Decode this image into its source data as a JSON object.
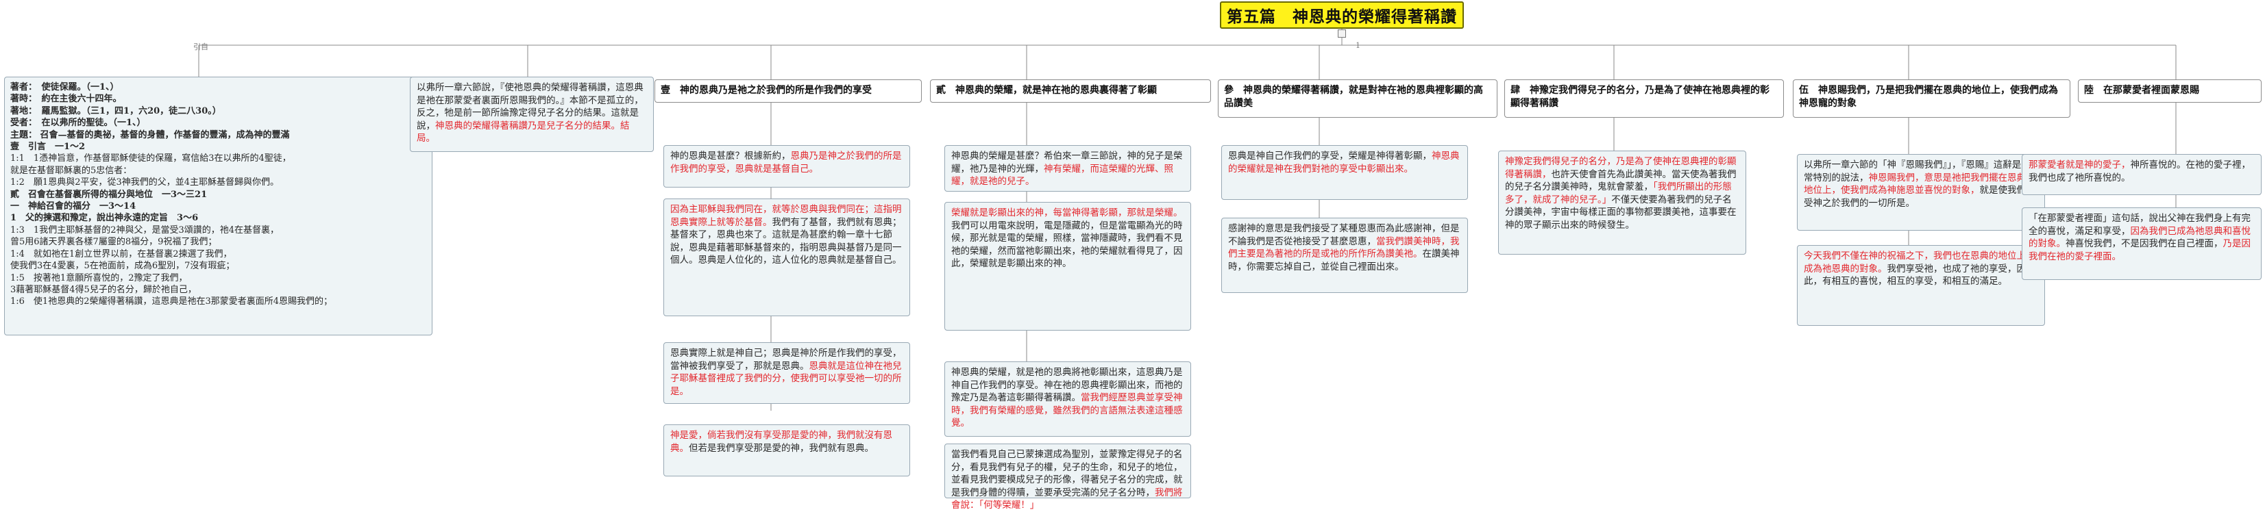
{
  "root": {
    "title": "第五篇　神恩典的榮耀得著稱讚"
  },
  "branch_labels": {
    "left": "引自",
    "right": "1"
  },
  "outline": {
    "lines": [
      {
        "t": "著者：　使徒保羅。（一1、）",
        "b": true
      },
      {
        "t": "著時：　約在主後六十四年。",
        "b": true
      },
      {
        "t": "著地：　羅馬監獄。（三1，四1，六20，徒二八30。）",
        "b": true
      },
      {
        "t": "受者：　在以弗所的聖徒。（一1、）",
        "b": true
      },
      {
        "t": "主題：  召會—基督的奧祕，基督的身體，作基督的豐滿，成為神的豐滿",
        "b": true
      },
      {
        "t": "壹　引言　一1～2",
        "b": true
      },
      {
        "t": "1:1　1憑神旨意，作基督耶穌使徒的保羅，寫信給3在以弗所的4聖徒，",
        "b": false
      },
      {
        "t": "就是在基督耶穌裏的5忠信者：",
        "b": false
      },
      {
        "t": "1:2　願1恩典與2平安，從3神我們的父，並4主耶穌基督歸與你們。",
        "b": false
      },
      {
        "t": "貳　召會在基督裏所得的福分與地位　一3～三21",
        "b": true
      },
      {
        "t": "一　神給召會的福分　一3～14",
        "b": true
      },
      {
        "t": "1　父的揀選和豫定，說出神永遠的定旨　3～6",
        "b": true
      },
      {
        "t": "1:3　1我們主耶穌基督的2神與父，是當受3頌讚的，祂4在基督裏，",
        "b": false
      },
      {
        "t": "曾5用6諸天界裏各樣7屬靈的8福分，9祝福了我們；",
        "b": false
      },
      {
        "t": "1:4　就如祂在1創立世界以前，在基督裏2揀選了我們，",
        "b": false
      },
      {
        "t": "使我們3在4愛裏，5在祂面前，成為6聖別，7沒有瑕疵；",
        "b": false
      },
      {
        "t": "1:5　按著祂1意願所喜悅的，2豫定了我們，",
        "b": false
      },
      {
        "t": "3藉著耶穌基督4得5兒子的名分，歸於祂自己，",
        "b": false
      },
      {
        "t": "1:6　使1祂恩典的2榮耀得著稱讚，這恩典是祂在3那蒙愛者裏面所4恩賜我們的；",
        "b": false
      }
    ]
  },
  "intro": {
    "segments": [
      {
        "t": "以弗所一章六節說，『使祂恩典的榮耀得著稱讚，這恩典是祂在那蒙愛者裏面所恩賜我們的。』本節不是孤立的，反之，牠是前一節所論豫定得兒子名分的結果。這就是說，",
        "r": false
      },
      {
        "t": "神恩典的榮耀得著稱讚乃是兒子名分的結果。結局。",
        "r": true
      }
    ]
  },
  "topics": [
    {
      "id": "t1",
      "label": "壹　神的恩典乃是祂之於我們的所是作我們的享受"
    },
    {
      "id": "t2",
      "label": "貳　神恩典的榮耀，就是神在祂的恩典裏得著了彰顯"
    },
    {
      "id": "t3",
      "label": "參　神恩典的榮耀得著稱讚，就是對神在祂的恩典裡彰顯的高品讚美"
    },
    {
      "id": "t4",
      "label": "肆　神豫定我們得兒子的名分，乃是為了使神在祂恩典裡的彰顯得著稱讚"
    },
    {
      "id": "t5",
      "label": "伍　神恩賜我們，乃是把我們擺在恩典的地位上，使我們成為神恩寵的對象"
    },
    {
      "id": "t6",
      "label": "陸　在那蒙愛者裡面蒙恩賜"
    }
  ],
  "notes": {
    "n1a": [
      {
        "t": "神的恩典是甚麼？根據新約，",
        "r": false
      },
      {
        "t": "恩典乃是神之於我們的所是作我們的享受，恩典就是基督自己。",
        "r": true
      }
    ],
    "n1b": [
      {
        "t": "因為主耶穌與我們同在，就等於恩典與我們同在；這指明恩典實際上就等於基督。",
        "r": true
      },
      {
        "t": "我們有了基督，我們就有恩典；基督來了，恩典也來了。這就是為甚麼約翰一章十七節說，恩典是藉著耶穌基督來的，指明恩典與基督乃是同一個人。恩典是人位化的，這人位化的恩典就是基督自己。",
        "r": false
      }
    ],
    "n1c": [
      {
        "t": "恩典實際上就是神自己；恩典是神於所是作我們的享受，當神被我們享受了，那就是恩典。",
        "r": false
      },
      {
        "t": "恩典就是這位神在祂兒子耶穌基督裡成了我們的分，使我們可以享受祂一切的所是。",
        "r": true
      }
    ],
    "n1d": [
      {
        "t": "神是愛，倘若我們沒有享受那是愛的神，我們就沒有恩典。",
        "r": true
      },
      {
        "t": "但若是我們享受那是愛的神，我們就有恩典。",
        "r": false
      }
    ],
    "n2a": [
      {
        "t": "神恩典的榮耀是甚麼？希伯來一章三節說，神的兒子是榮耀，祂乃是神的光輝，",
        "r": false
      },
      {
        "t": "神有榮耀，而這榮耀的光輝、照耀，就是祂的兒子。",
        "r": true
      }
    ],
    "n2b": [
      {
        "t": "榮耀就是彰顯出來的神，每當神得著彰顯，那就是榮耀。",
        "r": true
      },
      {
        "t": "我們可以用電來說明，電是隱藏的，但是當電顯為光的時候，那光就是電的榮耀，照樣，當神隱藏時，我們看不見祂的榮耀，然而當祂彰顯出來，祂的榮耀就看得見了，因此，榮耀就是彰顯出來的神。",
        "r": false
      }
    ],
    "n2c": [
      {
        "t": "神恩典的榮耀，就是祂的恩典將祂彰顯出來，這恩典乃是神自己作我們的享受。神在祂的恩典裡彰顯出來，而祂的豫定乃是為著這彰顯得著稱讚。",
        "r": false
      },
      {
        "t": "當我們經歷恩典並享受神時，我們有榮耀的感覺，雖然我們的言語無法表達這種感覺。",
        "r": true
      }
    ],
    "n2d": [
      {
        "t": "當我們看見自己已蒙揀選成為聖別，並蒙豫定得兒子的名分，看見我們有兒子的權，兒子的生命，和兒子的地位，並看見我們要模成兒子的形像，得著兒子名分的完成，就是我們身體的得贖，並要承受完滿的兒子名分時，",
        "r": false
      },
      {
        "t": "我們將會說：「何等榮耀！」",
        "r": true
      }
    ],
    "n3a": [
      {
        "t": "恩典是神自己作我們的享受，榮耀是神得著彰顯，",
        "r": false
      },
      {
        "t": "神恩典的榮耀就是神在我們對祂的享受中彰顯出來。",
        "r": true
      }
    ],
    "n3b": [
      {
        "t": "感謝神的意思是我們接受了某種恩惠而為此感謝神，但是不論我們是否從祂接受了甚麼恩惠，",
        "r": false
      },
      {
        "t": "當我們讚美神時，我們主要是為著祂的所是或祂的所作所為讚美祂。",
        "r": true
      },
      {
        "t": "在讚美神時，你需要忘掉自己，並從自己裡面出來。",
        "r": false
      }
    ],
    "n4a": [
      {
        "t": "神豫定我們得兒子的名分，乃是為了使神在恩典裡的彰顯得著稱讚，",
        "r": true
      },
      {
        "t": "也許天使會首先為此讚美神。當天使為著我們的兒子名分讚美神時，鬼就會蒙羞，",
        "r": false
      },
      {
        "t": "「我們所顯出的形態多了，就成了神的兒子。」",
        "r": true
      },
      {
        "t": "不僅天使要為著我們的兒子名分讚美神，宇宙中每樣正面的事物都要讚美祂，這事要在神的眾子顯示出來的時候發生。",
        "r": false
      }
    ],
    "n5a": [
      {
        "t": "以弗所一章六節的「神『恩賜我們』」，『恩賜』這辭是非常特別的說法，",
        "r": false
      },
      {
        "t": "神恩賜我們，意思是祂把我們擺在恩典的地位上，使我們成為神施恩並喜悅的對象，",
        "r": true
      },
      {
        "t": "就是使我們享受神之於我們的一切所是。",
        "r": false
      }
    ],
    "n5b": [
      {
        "t": "今天我們不僅在神的祝福之下，我們也在恩典的地位上，成為祂恩典的對象。",
        "r": true
      },
      {
        "t": "我們享受祂，也成了祂的享受，因此，有相互的喜悅，相互的享受，和相互的滿足。",
        "r": false
      }
    ],
    "n6a": [
      {
        "t": "那蒙愛者就是神的愛子，",
        "r": true
      },
      {
        "t": "神所喜悅的。在祂的愛子裡，我們也成了祂所喜悅的。",
        "r": false
      }
    ],
    "n6b": [
      {
        "t": "「在那蒙愛者裡面」這句話，說出父神在我們身上有完全的喜悅，滿足和享受，",
        "r": false
      },
      {
        "t": "因為我們已成為祂恩典和喜悅的對象。",
        "r": true
      },
      {
        "t": "神喜悅我們，不是因我們在自己裡面，",
        "r": false
      },
      {
        "t": "乃是因我們在祂的愛子裡面。",
        "r": true
      }
    ]
  }
}
